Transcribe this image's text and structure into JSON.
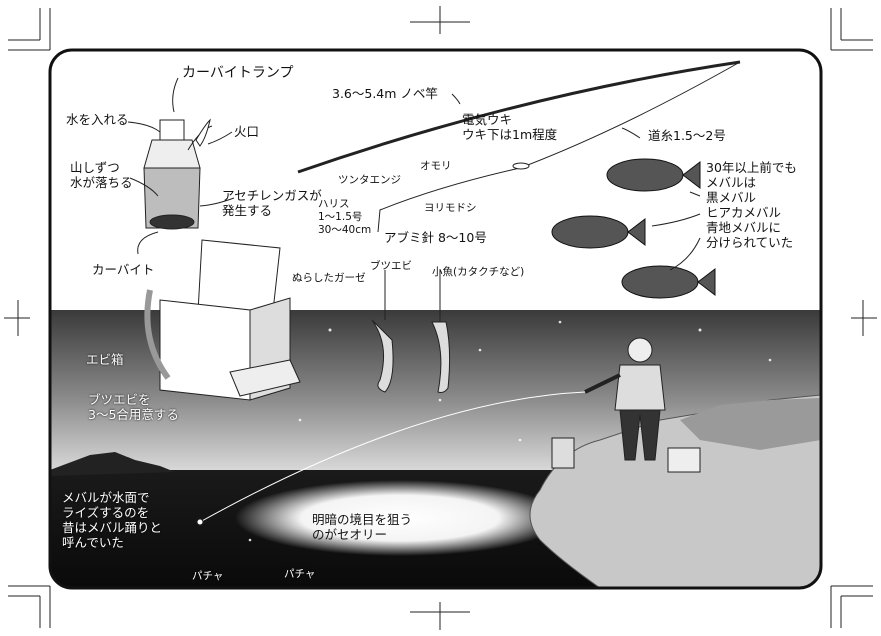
{
  "labels": {
    "carbide_lamp": "カーバイトランプ",
    "put_water": "水を入れる",
    "flame": "火口",
    "drip_line1": "山しずつ",
    "drip_line2": "水が落ちる",
    "acetylene_line1": "アセチレンガスが",
    "acetylene_line2": "発生する",
    "carbide": "カーバイト",
    "rod": "3.6～5.4m ノベ竿",
    "float_line1": "電気ウキ",
    "float_line2": "ウキ下は1m程度",
    "mainline": "道糸1.5～2号",
    "swivel": "ヨリモドシ",
    "sinker": "オモリ",
    "tsuntaenji": "ツンタエンジ",
    "harisu_line1": "ハリス",
    "harisu_line2": "1～1.5号",
    "harisu_line3": "30～40cm",
    "hook": "アブミ針 8～10号",
    "wet_gauze": "ぬらしたガーゼ",
    "shrimp": "ブツエビ",
    "small_fish": "小魚(カタクチなど)",
    "bait_box": "エビ箱",
    "prepare_line1": "ブツエビを",
    "prepare_line2": "3～5合用意する",
    "mebaru_line1": "30年以上前でも",
    "mebaru_line2": "メバルは",
    "mebaru_line3": "黒メバル",
    "mebaru_line4": "ヒアカメバル",
    "mebaru_line5": "青地メバルに",
    "mebaru_line6": "分けられていた",
    "rise_line1": "メバルが水面で",
    "rise_line2": "ライズするのを",
    "rise_line3": "昔はメバル踊りと",
    "rise_line4": "呼んでいた",
    "boundary_line1": "明暗の境目を狙う",
    "boundary_line2": "のがセオリー",
    "splash1": "パチャ",
    "splash2": "パチャ"
  }
}
